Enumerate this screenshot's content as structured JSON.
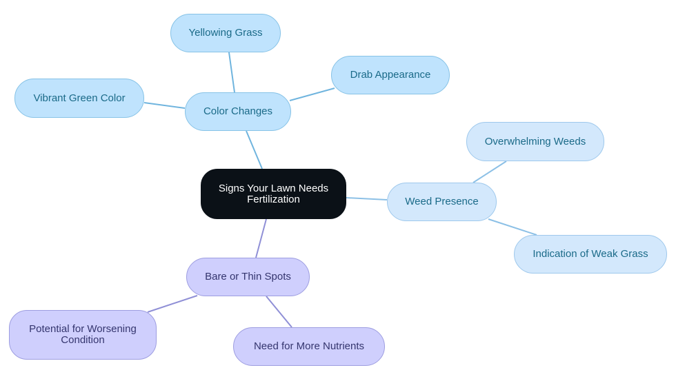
{
  "diagram": {
    "type": "mindmap",
    "colors": {
      "root_fill": "#0b1117",
      "blue_fill": "#bfe3fd",
      "lightblue_fill": "#d3e8fc",
      "purple_fill": "#cfcffd",
      "blue_edge": "#6fb4de",
      "lightblue_edge": "#8cc0e6",
      "purple_edge": "#8f8fd6"
    },
    "root": {
      "label_line1": "Signs Your Lawn Needs",
      "label_line2": "Fertilization"
    },
    "branches": {
      "color_changes": {
        "label": "Color Changes",
        "children": [
          "Yellowing Grass",
          "Drab Appearance",
          "Vibrant Green Color"
        ]
      },
      "weed_presence": {
        "label": "Weed Presence",
        "children": [
          "Overwhelming Weeds",
          "Indication of Weak Grass"
        ]
      },
      "bare_spots": {
        "label": "Bare or Thin Spots",
        "children": [
          {
            "line1": "Potential for Worsening",
            "line2": "Condition"
          },
          "Need for More Nutrients"
        ]
      }
    }
  }
}
